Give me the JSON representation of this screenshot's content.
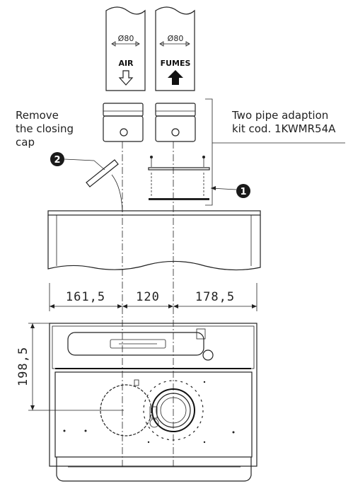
{
  "pipes": {
    "air": {
      "diameter": "Ø80",
      "label": "AIR"
    },
    "fumes": {
      "diameter": "Ø80",
      "label": "FUMES"
    }
  },
  "callouts": {
    "remove_cap": {
      "lines": [
        "Remove",
        "the closing",
        "cap"
      ],
      "badge": "2"
    },
    "kit": {
      "lines": [
        "Two pipe adaption",
        "kit cod. 1KWMR54A"
      ],
      "badge": "1"
    }
  },
  "dimensions": {
    "horizontal": [
      "161,5",
      "120",
      "178,5"
    ],
    "vertical": "198,5"
  }
}
